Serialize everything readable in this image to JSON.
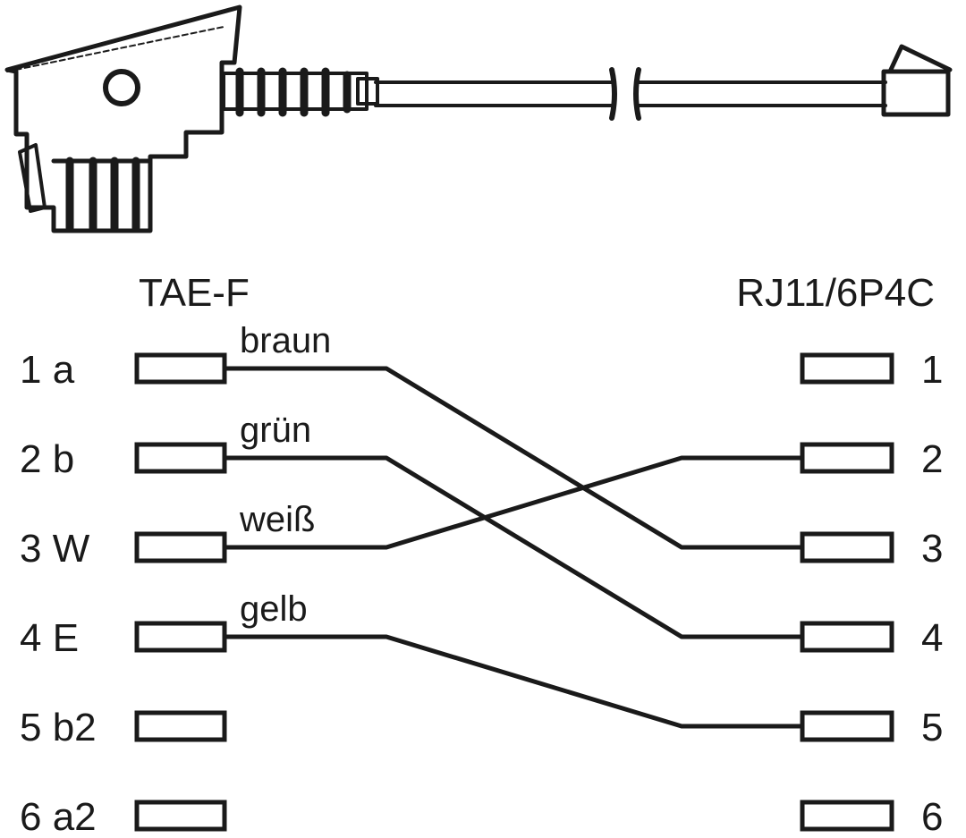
{
  "diagram": {
    "left_connector": {
      "title": "TAE-F",
      "pins": [
        {
          "label": "1 a"
        },
        {
          "label": "2 b"
        },
        {
          "label": "3 W"
        },
        {
          "label": "4 E"
        },
        {
          "label": "5 b2"
        },
        {
          "label": "6 a2"
        }
      ]
    },
    "right_connector": {
      "title": "RJ11/6P4C",
      "pins": [
        {
          "label": "1"
        },
        {
          "label": "2"
        },
        {
          "label": "3"
        },
        {
          "label": "4"
        },
        {
          "label": "5"
        },
        {
          "label": "6"
        }
      ]
    },
    "wires": [
      {
        "name": "braun",
        "from_pin": 1,
        "to_pin": 3
      },
      {
        "name": "grün",
        "from_pin": 2,
        "to_pin": 4
      },
      {
        "name": "weiß",
        "from_pin": 3,
        "to_pin": 2
      },
      {
        "name": "gelb",
        "from_pin": 4,
        "to_pin": 5
      }
    ],
    "line_color": "#1a1a1a"
  }
}
